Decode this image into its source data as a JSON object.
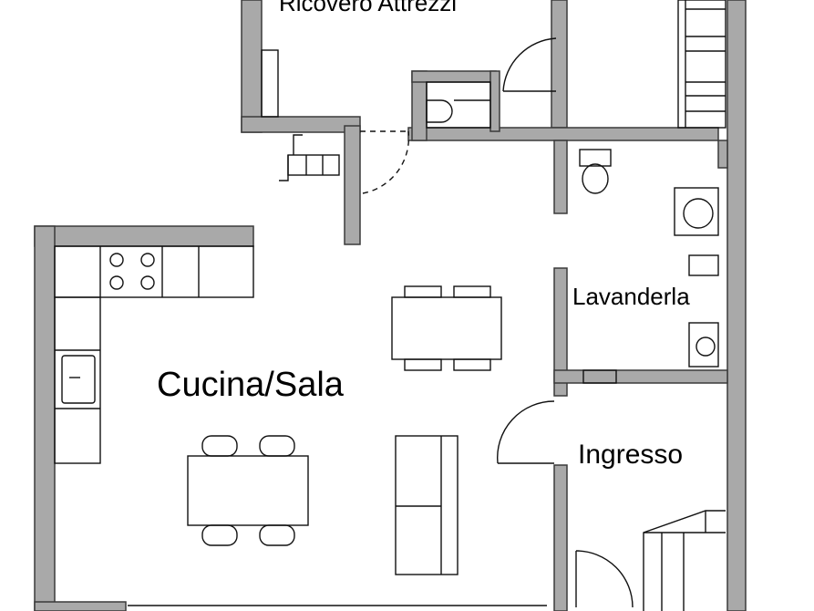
{
  "floorplan": {
    "rooms": {
      "ricovero": "Ricovero Attrezzi",
      "cucina": "Cucina/Sala",
      "lavanderia": "Lavanderla",
      "ingresso": "Ingresso"
    },
    "colors": {
      "wall_fill": "#a9a9a9",
      "wall_stroke": "#3a3a3a",
      "line": "#111111",
      "background": "#ffffff"
    }
  }
}
